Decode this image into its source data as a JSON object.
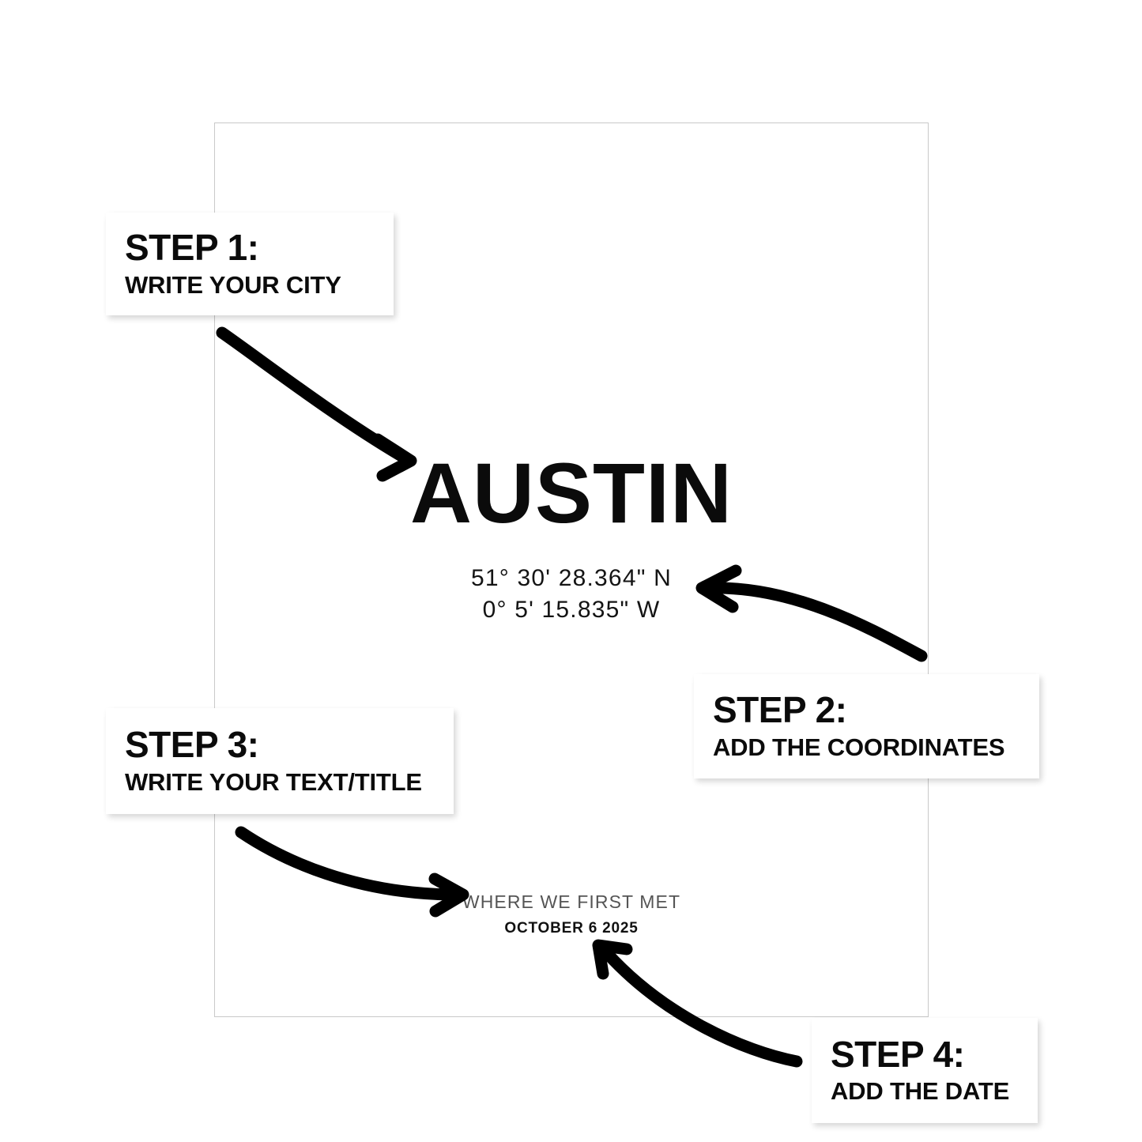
{
  "poster": {
    "city": "AUSTIN",
    "coordinates": {
      "latitude": "51° 30' 28.364\" N",
      "longitude": "0° 5' 15.835\" W"
    },
    "subtitle": "WHERE WE FIRST MET",
    "date": "OCTOBER 6 2025",
    "frame_border_color": "#c9c9c9",
    "background_color": "#ffffff",
    "subtitle_color": "#555555",
    "text_color": "#0b0b0b"
  },
  "steps": [
    {
      "id": "step-1",
      "title": "STEP 1:",
      "subtitle": "WRITE YOUR CITY",
      "arrow": "curved-arrow-down-right",
      "targets": "city"
    },
    {
      "id": "step-2",
      "title": "STEP 2:",
      "subtitle": "ADD THE COORDINATES",
      "arrow": "curved-arrow-up-left",
      "targets": "coordinates"
    },
    {
      "id": "step-3",
      "title": "STEP 3:",
      "subtitle": "WRITE YOUR TEXT/TITLE",
      "arrow": "curved-arrow-down-right",
      "targets": "subtitle"
    },
    {
      "id": "step-4",
      "title": "STEP 4:",
      "subtitle": "ADD THE DATE",
      "arrow": "curved-arrow-up-left",
      "targets": "date"
    }
  ],
  "annotation_color": "#000000"
}
